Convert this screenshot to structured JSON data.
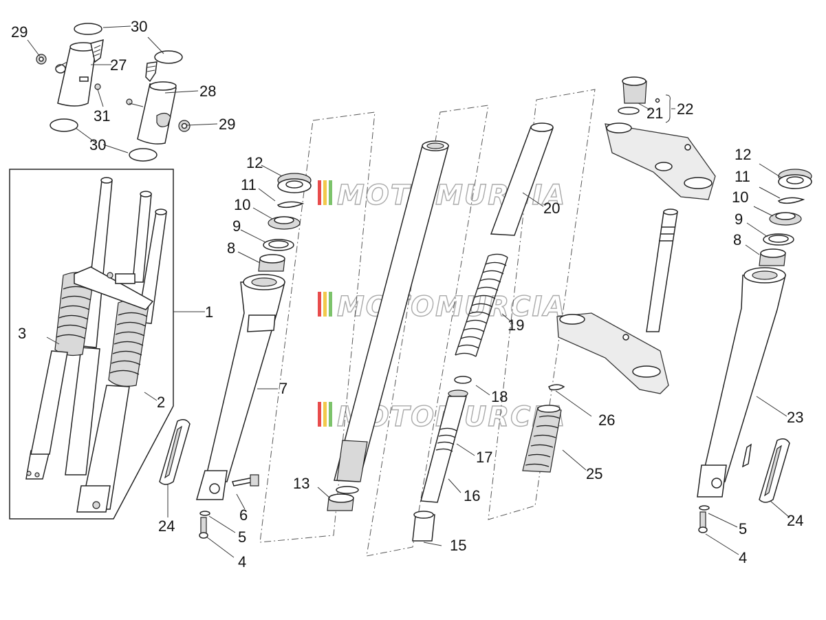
{
  "watermark": "MOTOMURCIA",
  "watermark_stripe_colors": [
    "#e84c4c",
    "#f2c84b",
    "#7cc36b"
  ],
  "labels": {
    "l1": "1",
    "l2": "2",
    "l3": "3",
    "l4a": "4",
    "l4b": "4",
    "l5a": "5",
    "l5b": "5",
    "l6": "6",
    "l7": "7",
    "l8a": "8",
    "l8b": "8",
    "l9a": "9",
    "l9b": "9",
    "l10a": "10",
    "l10b": "10",
    "l11a": "11",
    "l11b": "11",
    "l12a": "12",
    "l12b": "12",
    "l13": "13",
    "l15": "15",
    "l16": "16",
    "l17": "17",
    "l18": "18",
    "l19": "19",
    "l20": "20",
    "l21": "21",
    "l22": "22",
    "l23": "23",
    "l24a": "24",
    "l24b": "24",
    "l25": "25",
    "l26": "26",
    "l27": "27",
    "l28": "28",
    "l29a": "29",
    "l29b": "29",
    "l30a": "30",
    "l30b": "30",
    "l31": "31"
  }
}
